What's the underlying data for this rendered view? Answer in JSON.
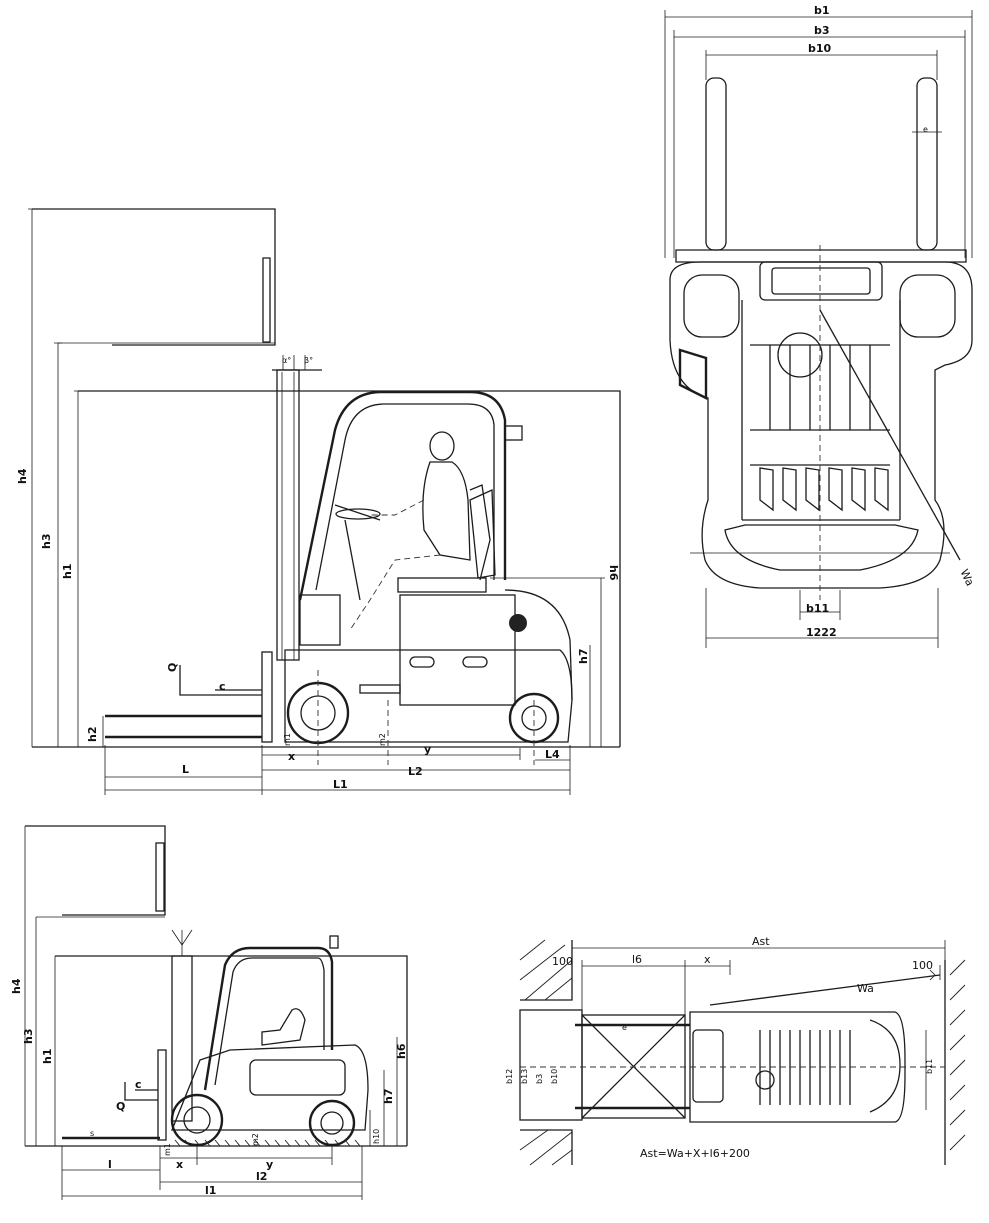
{
  "side_view_dims": {
    "h4": "h4",
    "h3": "h3",
    "h1": "h1",
    "h6": "h6",
    "h7": "h7",
    "h2": "h2",
    "Q": "Q",
    "c": "c",
    "L": "L",
    "L2": "L2",
    "L1": "L1",
    "y": "y",
    "L4": "L4",
    "x": "x",
    "m1": "m1",
    "m2": "m2",
    "alpha": "α°",
    "beta": "β°"
  },
  "top_view_dims": {
    "b1": "b1",
    "b3": "b3",
    "b10": "b10",
    "b11": "b11",
    "e": "e",
    "width_value": "1222",
    "wa": "Wa"
  },
  "lower_side_dims": {
    "h4": "h4",
    "h3": "h3",
    "h1": "h1",
    "h6": "h6",
    "h7": "h7",
    "h10": "h10",
    "Q": "Q",
    "c": "c",
    "l": "l",
    "x": "x",
    "y": "y",
    "l2": "l2",
    "l1": "l1",
    "m1": "m1",
    "m2": "m2",
    "s": "s"
  },
  "aisle_dims": {
    "ast": "Ast",
    "l6": "l6",
    "x": "x",
    "wa": "Wa",
    "left_clearance": "100",
    "right_clearance": "100",
    "b12": "b12",
    "b13": "b13",
    "b3": "b3",
    "b10": "b10",
    "b11": "b11",
    "e": "e",
    "formula": "Ast=Wa+X+l6+200"
  }
}
